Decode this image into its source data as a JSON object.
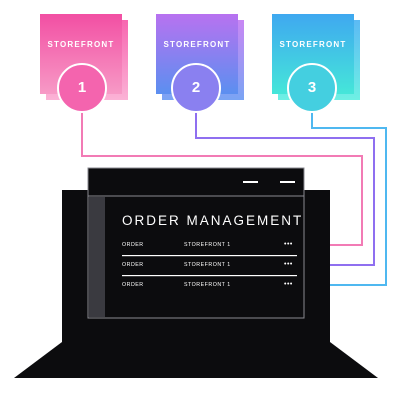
{
  "storefronts": [
    {
      "label": "STOREFRONT",
      "number": "1",
      "gradient": [
        "#f24fa3",
        "#f79ac6"
      ],
      "line_color": "#f27bb5"
    },
    {
      "label": "STOREFRONT",
      "number": "2",
      "gradient": [
        "#b872f0",
        "#5b8ff0"
      ],
      "line_color": "#8f6ff0"
    },
    {
      "label": "STOREFRONT",
      "number": "3",
      "gradient": [
        "#3fa8f0",
        "#45e6d9"
      ],
      "line_color": "#4fb8f0"
    }
  ],
  "screen": {
    "title": "ORDER MANAGEMENT",
    "rows": [
      {
        "order": "ORDER",
        "storefront": "STOREFRONT 1",
        "more": "•••"
      },
      {
        "order": "ORDER",
        "storefront": "STOREFRONT 1",
        "more": "•••"
      },
      {
        "order": "ORDER",
        "storefront": "STOREFRONT 1",
        "more": "•••"
      }
    ]
  },
  "colors": {
    "laptop": "#0c0c0e",
    "screen_sidebar": "#3a3a40",
    "window_border": "#8a8a90"
  }
}
